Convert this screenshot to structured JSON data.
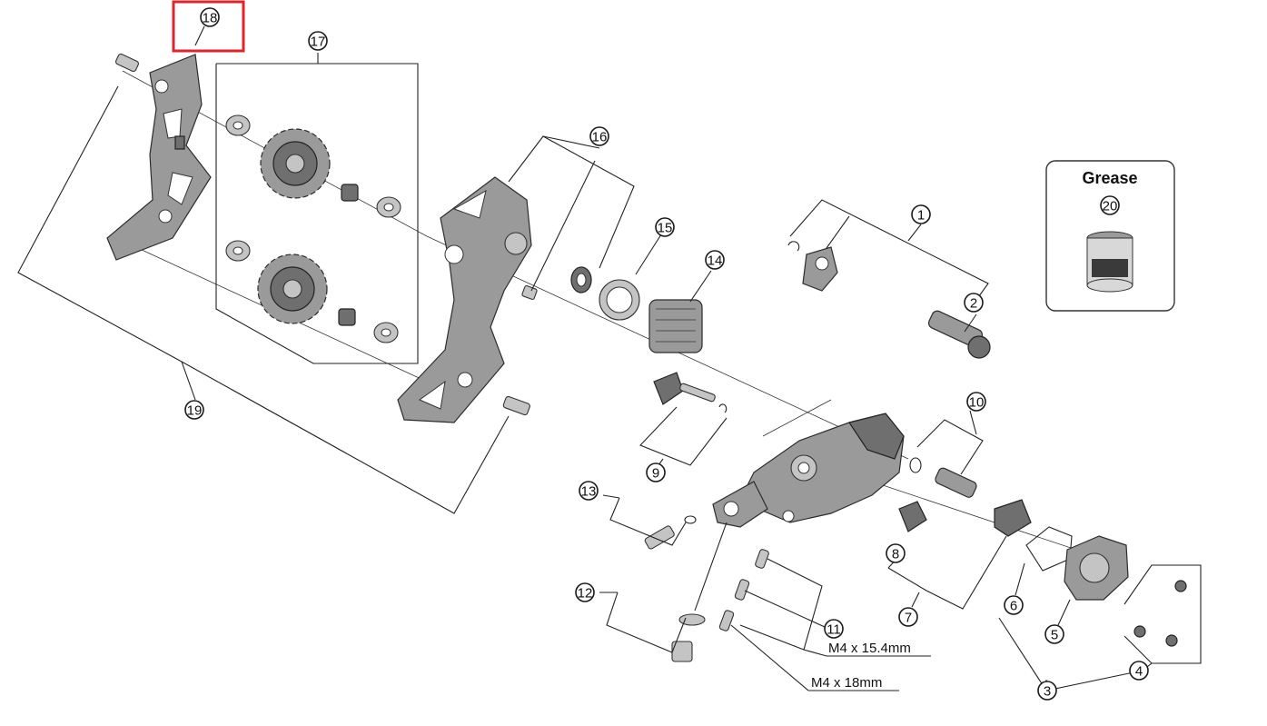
{
  "callouts": [
    "1",
    "2",
    "3",
    "4",
    "5",
    "6",
    "7",
    "8",
    "9",
    "10",
    "11",
    "12",
    "13",
    "14",
    "15",
    "16",
    "17",
    "18",
    "19",
    "20"
  ],
  "highlight": {
    "callout": "18",
    "color": "#e0242b"
  },
  "grease_box": {
    "title": "Grease"
  },
  "dimensions": {
    "bolt_a": "M4 x 15.4mm",
    "bolt_b": "M4 x 18mm"
  },
  "icons": [
    "derailleur-cage-plate",
    "pulley-wheel",
    "grease-jar",
    "b-axle",
    "bolt",
    "washer",
    "spring",
    "cover"
  ]
}
